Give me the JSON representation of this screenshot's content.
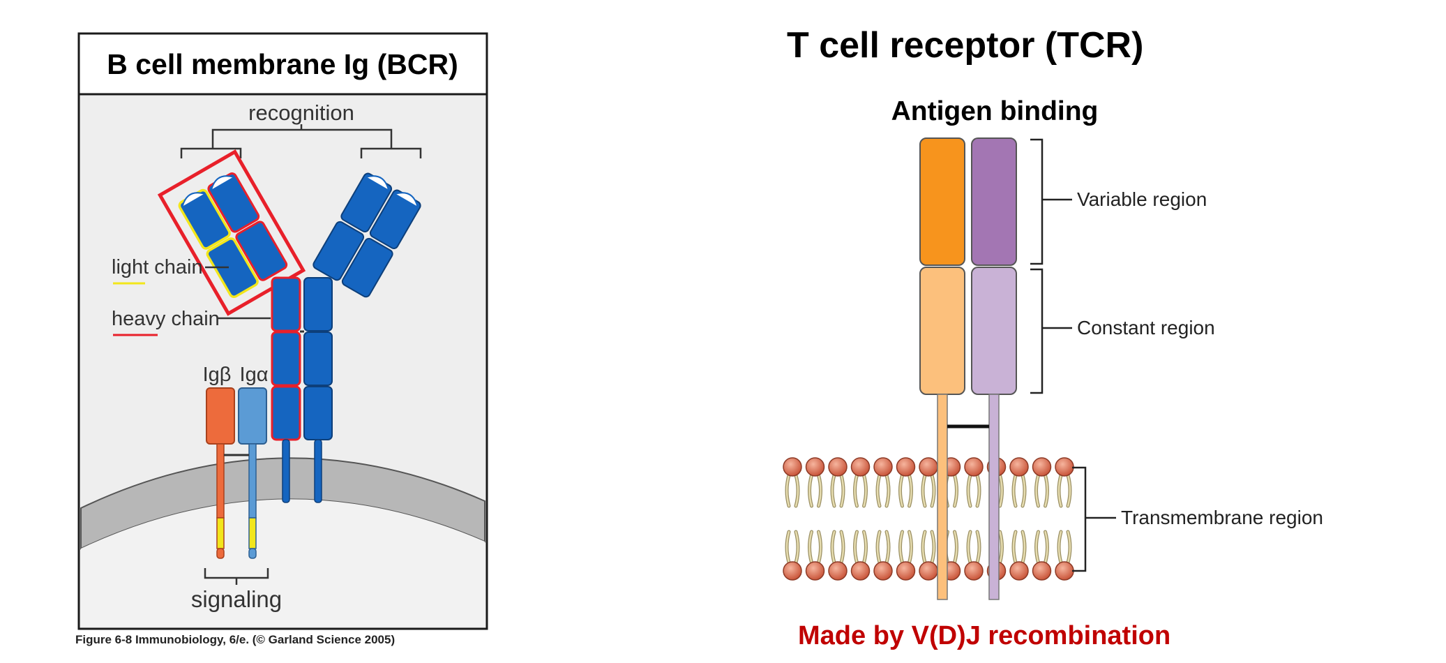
{
  "bcr": {
    "title": "B cell membrane Ig (BCR)",
    "recognition": "recognition",
    "light_chain": "light chain",
    "heavy_chain": "heavy chain",
    "ig_beta": "Igβ",
    "ig_alpha": "Igα",
    "signaling": "signaling",
    "caption": "Figure 6-8 Immunobiology, 6/e. (© Garland Science 2005)"
  },
  "tcr": {
    "title": "T cell receptor (TCR)",
    "antigen_binding": "Antigen binding",
    "variable_region": "Variable region",
    "constant_region": "Constant region",
    "transmembrane_region": "Transmembrane region",
    "footer": "Made by V(D)J recombination"
  },
  "colors": {
    "ig_blue": "#1565c0",
    "ig_alpha_blue": "#5b9bd5",
    "ig_beta_orange": "#ed6b3c",
    "highlight_red": "#e8202a",
    "light_chain_yellow": "#f2e61b",
    "membrane_gray": "#b7b7b7",
    "cell_interior": "#eeeeee",
    "tcr_orange_dark": "#f7941d",
    "tcr_orange_light": "#fcc07c",
    "tcr_purple_dark": "#a376b3",
    "tcr_purple_light": "#c9b2d6",
    "lipid_head": "#e17355",
    "footer_red": "#c00000"
  }
}
